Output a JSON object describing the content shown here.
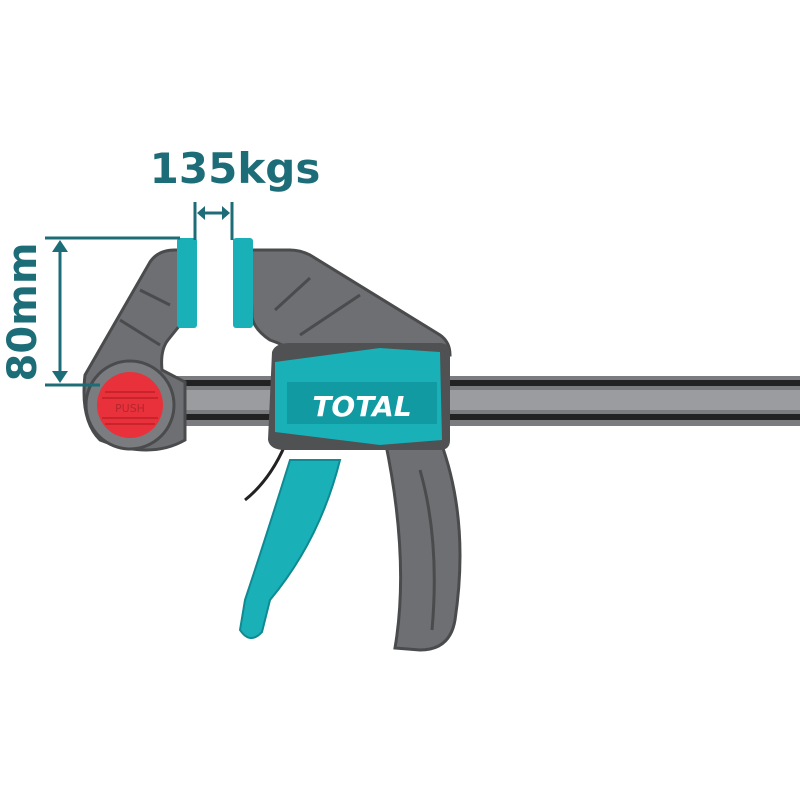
{
  "product": {
    "brand_logo": "TOTAL",
    "button_label": "PUSH",
    "clamping_force": "135kgs",
    "throat_depth": "80mm"
  },
  "colors": {
    "accent_teal": "#19b0b8",
    "dimension_teal": "#1c6d77",
    "body_gray": "#6d6f72",
    "button_red": "#e8313a",
    "bar_dark": "#2a2b2d"
  }
}
